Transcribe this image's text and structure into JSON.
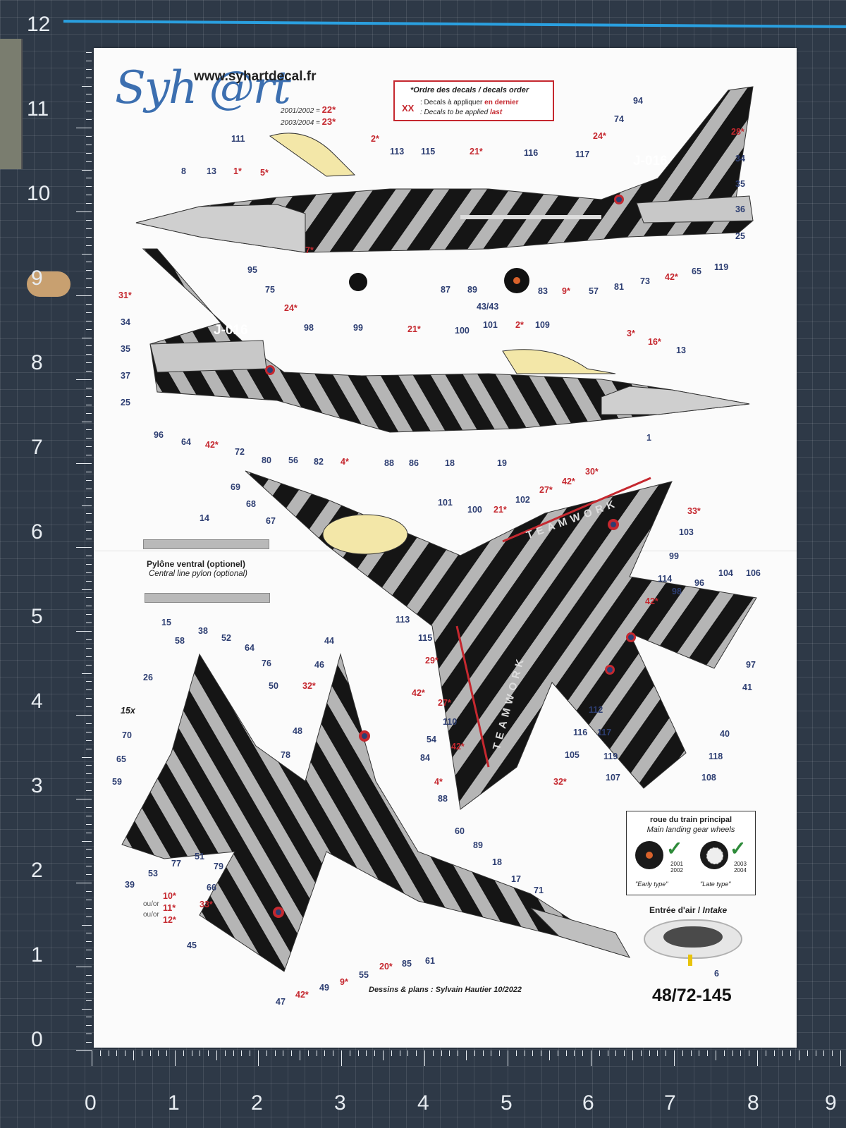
{
  "ruler": {
    "left": [
      "12",
      "11",
      "10",
      "9",
      "8",
      "7",
      "6",
      "5",
      "4",
      "3",
      "2",
      "1",
      "0"
    ],
    "bottom": [
      "0",
      "1",
      "2",
      "3",
      "4",
      "5",
      "6",
      "7",
      "8",
      "9"
    ]
  },
  "sheet": {
    "logo": "Syh @rt",
    "url": "www.syhartdecal.fr",
    "year_note_1": {
      "years": "2001/2002 =",
      "code": "22*"
    },
    "year_note_2": {
      "years": "2003/2004 =",
      "code": "23*"
    },
    "order_box": {
      "title": "*Ordre des decals / decals order",
      "marker": "XX",
      "line1_prefix": ": Decals à appliquer ",
      "line1_highlight": "en dernier",
      "line2_prefix": ": Decals to be applied ",
      "line2_highlight": "last"
    },
    "tail_code": "J-016",
    "teamwork": "TEAMWORK",
    "pylon_title": "Pylône ventral (optionel)",
    "pylon_subtitle": "Central line pylon (optional)",
    "fifteen_x": "15x",
    "ou_or_1": "ou/or",
    "ou_or_2": "ou/or",
    "wheels": {
      "title": "roue du train principal",
      "subtitle": "Main landing gear wheels",
      "early_years": "2001 2002",
      "late_years": "2003 2004",
      "early_caption": "\"Early type\"",
      "late_caption": "\"Late type\""
    },
    "intake_title": "Entrée d'air / ",
    "intake_title_en": "Intake",
    "credit": "Dessins & plans : Sylvain Hautier 10/2022",
    "code": "48/72-145",
    "colors": {
      "red": "#c5282f",
      "navy": "#2d3e72",
      "black": "#141414",
      "gray": "#b0b0b0"
    }
  },
  "labels_blue": [
    "111",
    "8",
    "13",
    "113",
    "115",
    "116",
    "117",
    "94",
    "74",
    "34",
    "35",
    "36",
    "25",
    "119",
    "65",
    "73",
    "81",
    "57",
    "83",
    "89",
    "87",
    "43/43",
    "95",
    "75",
    "98",
    "99",
    "100",
    "101",
    "109",
    "13",
    "1",
    "19",
    "18",
    "86",
    "88",
    "82",
    "56",
    "80",
    "72",
    "64",
    "96",
    "25",
    "37",
    "35",
    "34",
    "69",
    "68",
    "67",
    "14",
    "15",
    "101",
    "100",
    "102",
    "103",
    "99",
    "114",
    "98",
    "96",
    "104",
    "106",
    "97",
    "41",
    "40",
    "118",
    "108",
    "107",
    "119",
    "117",
    "116",
    "105",
    "112",
    "110",
    "113",
    "115",
    "58",
    "38",
    "52",
    "64",
    "76",
    "50",
    "26",
    "70",
    "65",
    "59",
    "39",
    "53",
    "77",
    "51",
    "79",
    "66",
    "45",
    "47",
    "49",
    "55",
    "85",
    "61",
    "60",
    "89",
    "18",
    "17",
    "71",
    "88",
    "84",
    "54",
    "48",
    "78",
    "46",
    "44",
    "6"
  ],
  "labels_red": [
    "2*",
    "21*",
    "24*",
    "28*",
    "1*",
    "5*",
    "7*",
    "9*",
    "42*",
    "31*",
    "24*",
    "21*",
    "2*",
    "3*",
    "16*",
    "42*",
    "4*",
    "30*",
    "42*",
    "27*",
    "21*",
    "33*",
    "42*",
    "29*",
    "27*",
    "42*",
    "32*",
    "32*",
    "42*",
    "4*",
    "10*",
    "11*",
    "12*",
    "33*",
    "42*",
    "9*",
    "20*"
  ]
}
